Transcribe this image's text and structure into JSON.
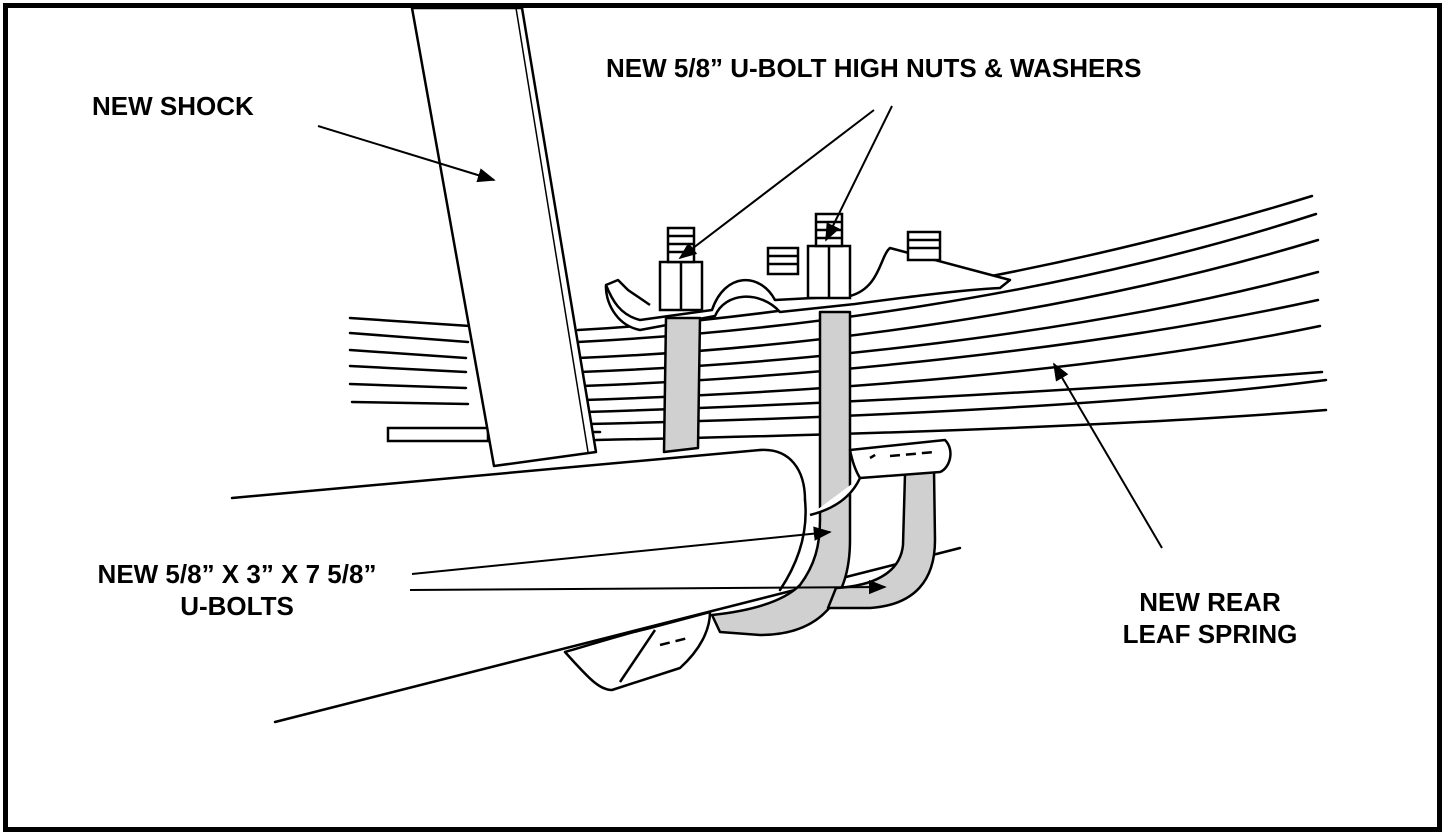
{
  "labels": {
    "shock": "NEW SHOCK",
    "nuts_washers": "NEW 5/8” U-BOLT HIGH NUTS & WASHERS",
    "ubolts_line1": "NEW 5/8” X 3” X 7 5/8”",
    "ubolts_line2": "U-BOLTS",
    "leaf_spring_line1": "NEW REAR",
    "leaf_spring_line2": "LEAF SPRING"
  },
  "colors": {
    "line": "#000000",
    "ubolt_fill": "#d0d0d0",
    "background": "#ffffff"
  }
}
